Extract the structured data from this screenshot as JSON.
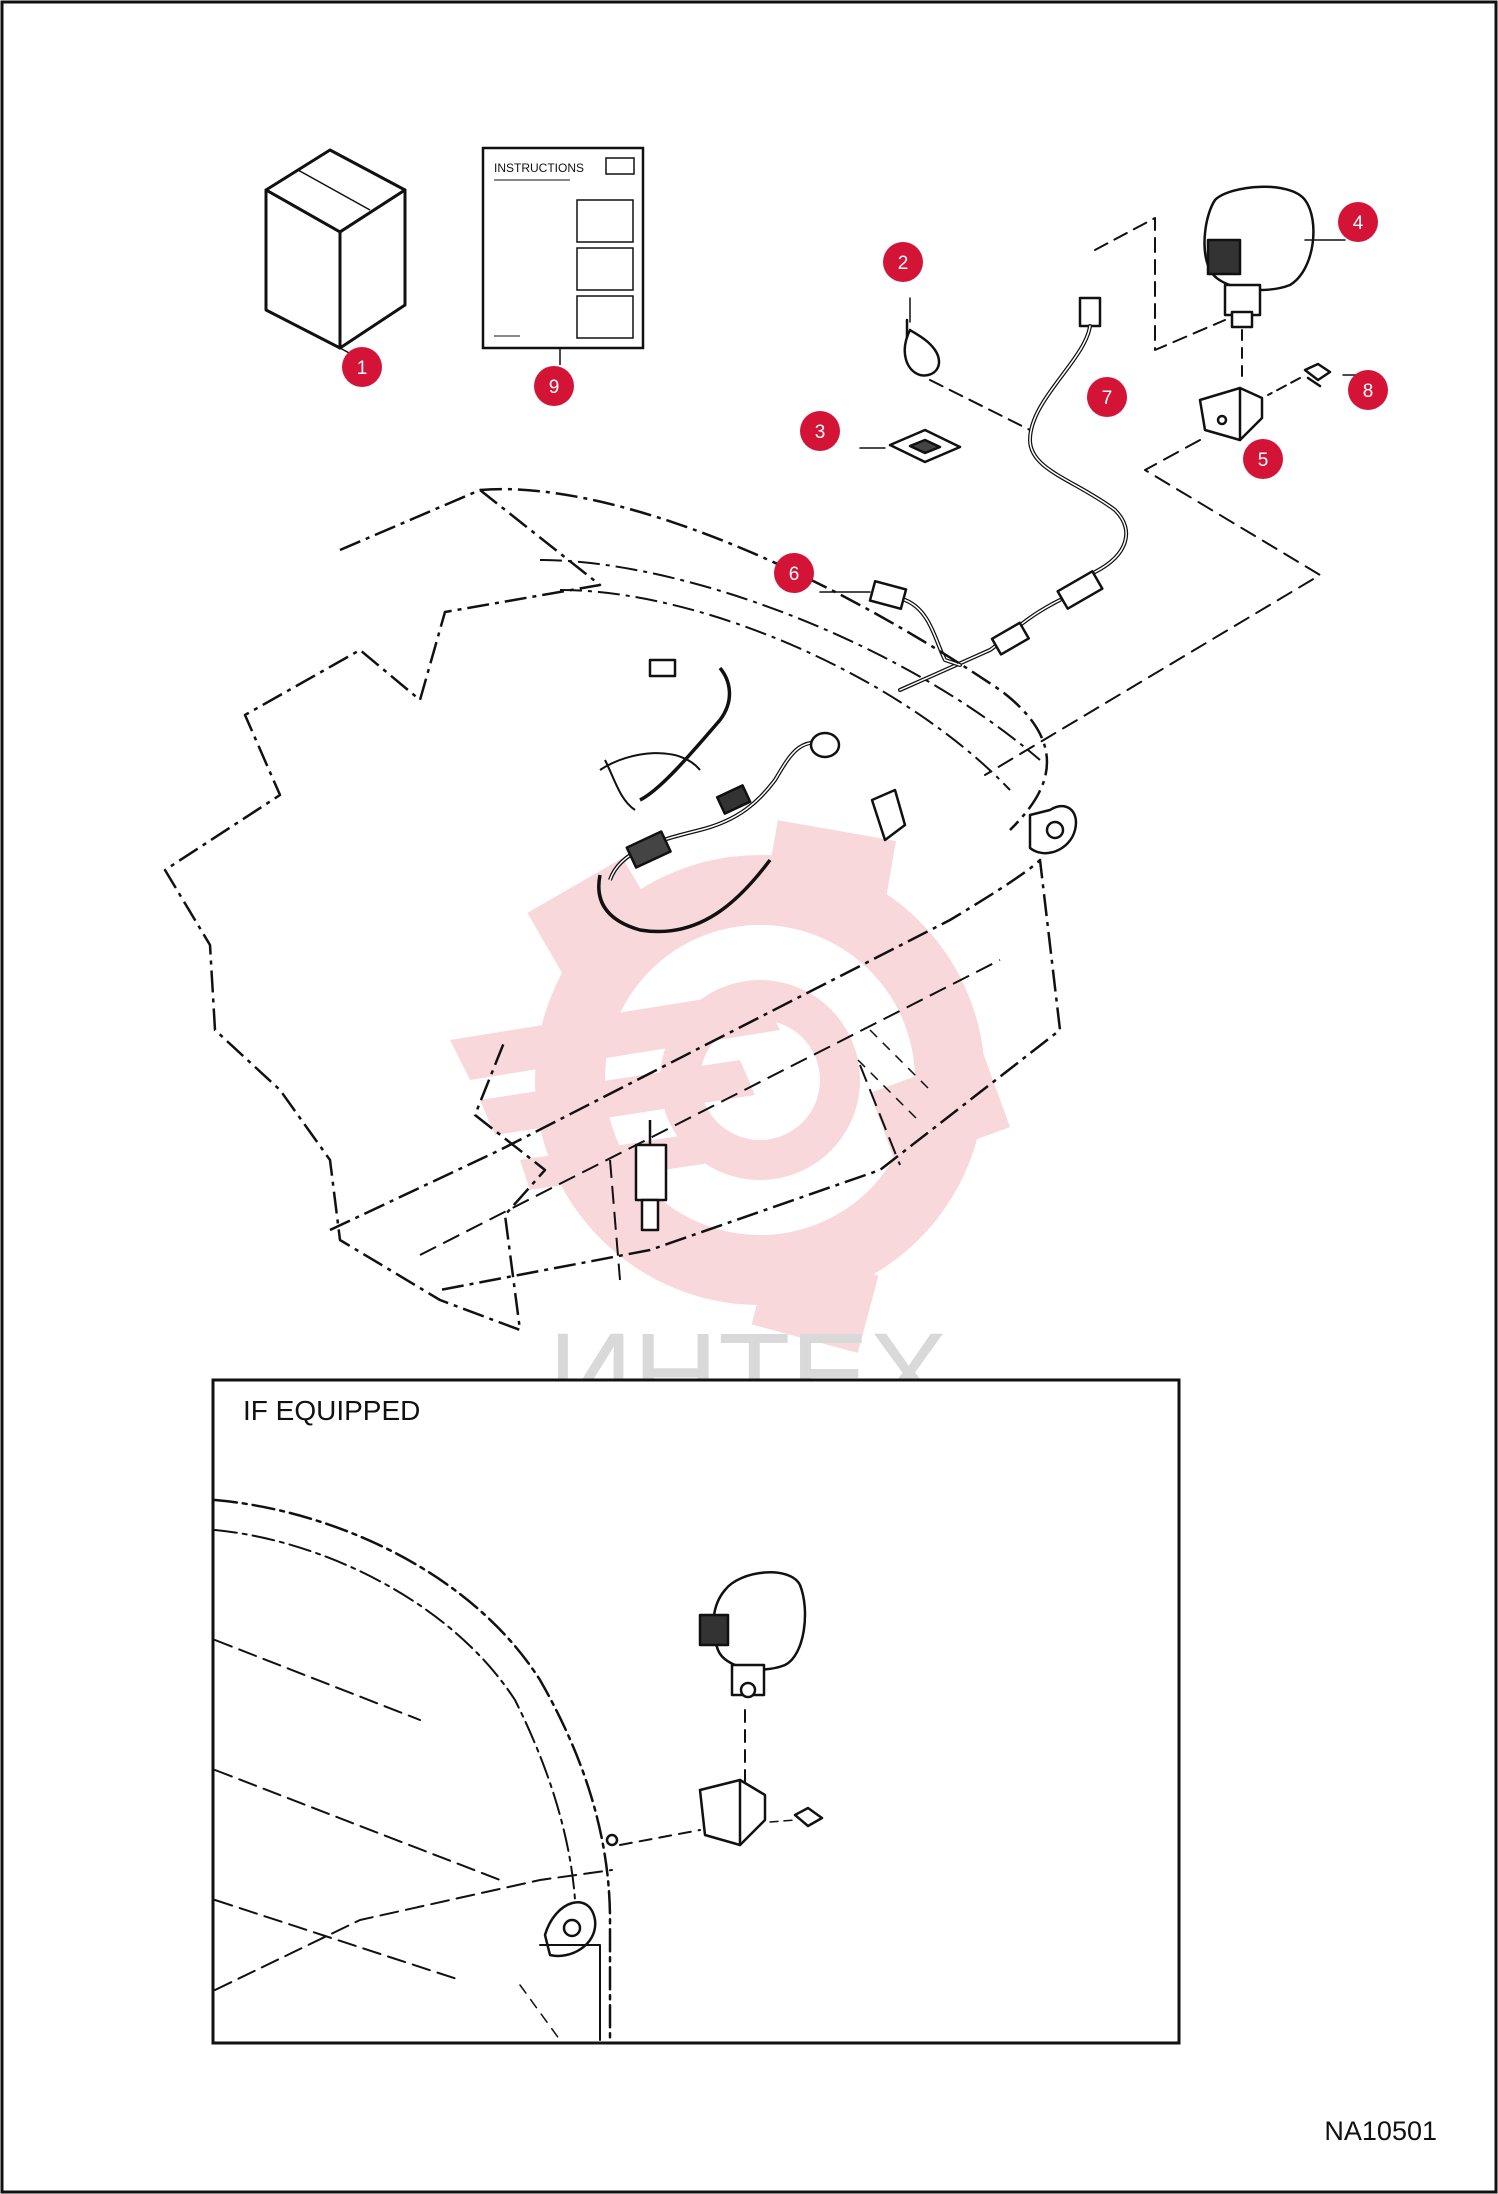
{
  "figure": {
    "code": "NA10501",
    "watermark_text": "ИНТЕХ",
    "instructions_label": "INSTRUCTIONS",
    "inset_title": "IF EQUIPPED"
  },
  "callouts": [
    {
      "number": "1",
      "part": "box"
    },
    {
      "number": "2",
      "part": "cable-tie"
    },
    {
      "number": "3",
      "part": "tie-mount"
    },
    {
      "number": "4",
      "part": "work-light"
    },
    {
      "number": "5",
      "part": "bracket"
    },
    {
      "number": "6",
      "part": "harness-connector"
    },
    {
      "number": "7",
      "part": "wire-harness"
    },
    {
      "number": "8",
      "part": "bolt"
    },
    {
      "number": "9",
      "part": "instructions-sheet"
    }
  ],
  "colors": {
    "callout": "#d41437",
    "line": "#111111",
    "watermark": "#f5b8bd",
    "watermark_text": "#d9d9d9"
  }
}
